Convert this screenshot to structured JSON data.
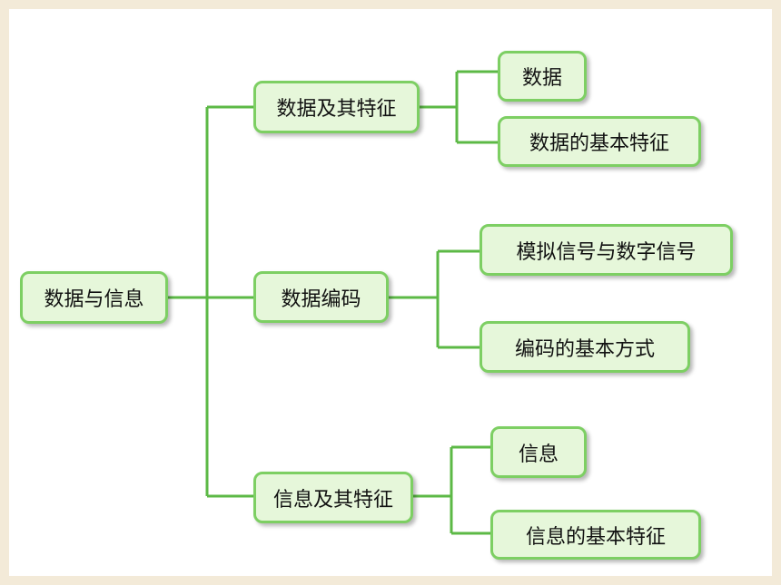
{
  "diagram": {
    "root": "数据与信息",
    "branches": [
      {
        "label": "数据及其特征",
        "children": [
          "数据",
          "数据的基本特征"
        ]
      },
      {
        "label": "数据编码",
        "children": [
          "模拟信号与数字信号",
          "编码的基本方式"
        ]
      },
      {
        "label": "信息及其特征",
        "children": [
          "信息",
          "信息的基本特征"
        ]
      }
    ]
  },
  "colors": {
    "line": "#5cb946",
    "box_fill": "#e6f7da",
    "box_border": "#7dcf63",
    "frame": "#f3ead8"
  }
}
